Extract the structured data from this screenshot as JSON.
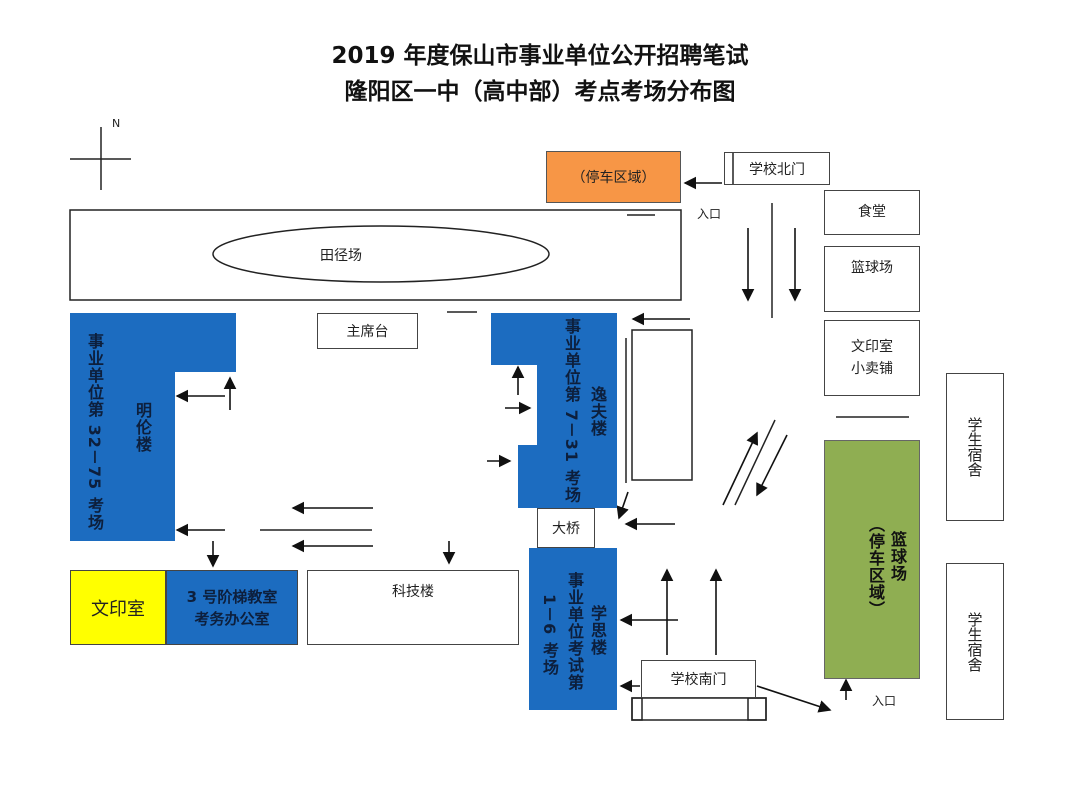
{
  "title": {
    "line1": "2019 年度保山市事业单位公开招聘笔试",
    "line2": "隆阳区一中（高中部）考点考场分布图"
  },
  "compass": "N",
  "labels": {
    "parking_north": "（停车区域）",
    "north_gate": "学校北门",
    "entrance_north": "入口",
    "track": "田径场",
    "podium": "主席台",
    "canteen": "食堂",
    "basketball_court": "篮球场",
    "print_shop_1": "文印室",
    "print_shop_2": "小卖铺",
    "minglun_name": "明伦楼",
    "minglun_rooms": "事业单位第 32－75 考场",
    "yifu_name": "逸夫楼",
    "yifu_rooms": "事业单位第 7－31 考场",
    "bridge": "大桥",
    "xuesi_name": "学思楼",
    "xuesi_rooms_1": "事业单位考试第",
    "xuesi_rooms_2": "1－6 考场",
    "basketball_parking": "篮球场",
    "basketball_parking_sub": "（停车区域）",
    "dorm_1": "学生宿舍",
    "dorm_2": "学生宿舍",
    "print_room": "文印室",
    "exam_office_1": "3 号阶梯教室",
    "exam_office_2": "考务办公室",
    "tech_building": "科技楼",
    "south_gate": "学校南门",
    "entrance_south": "入口"
  },
  "colors": {
    "blue": "#1c6cc0",
    "orange": "#f79646",
    "green": "#8fae52",
    "yellow": "#ffff00"
  }
}
